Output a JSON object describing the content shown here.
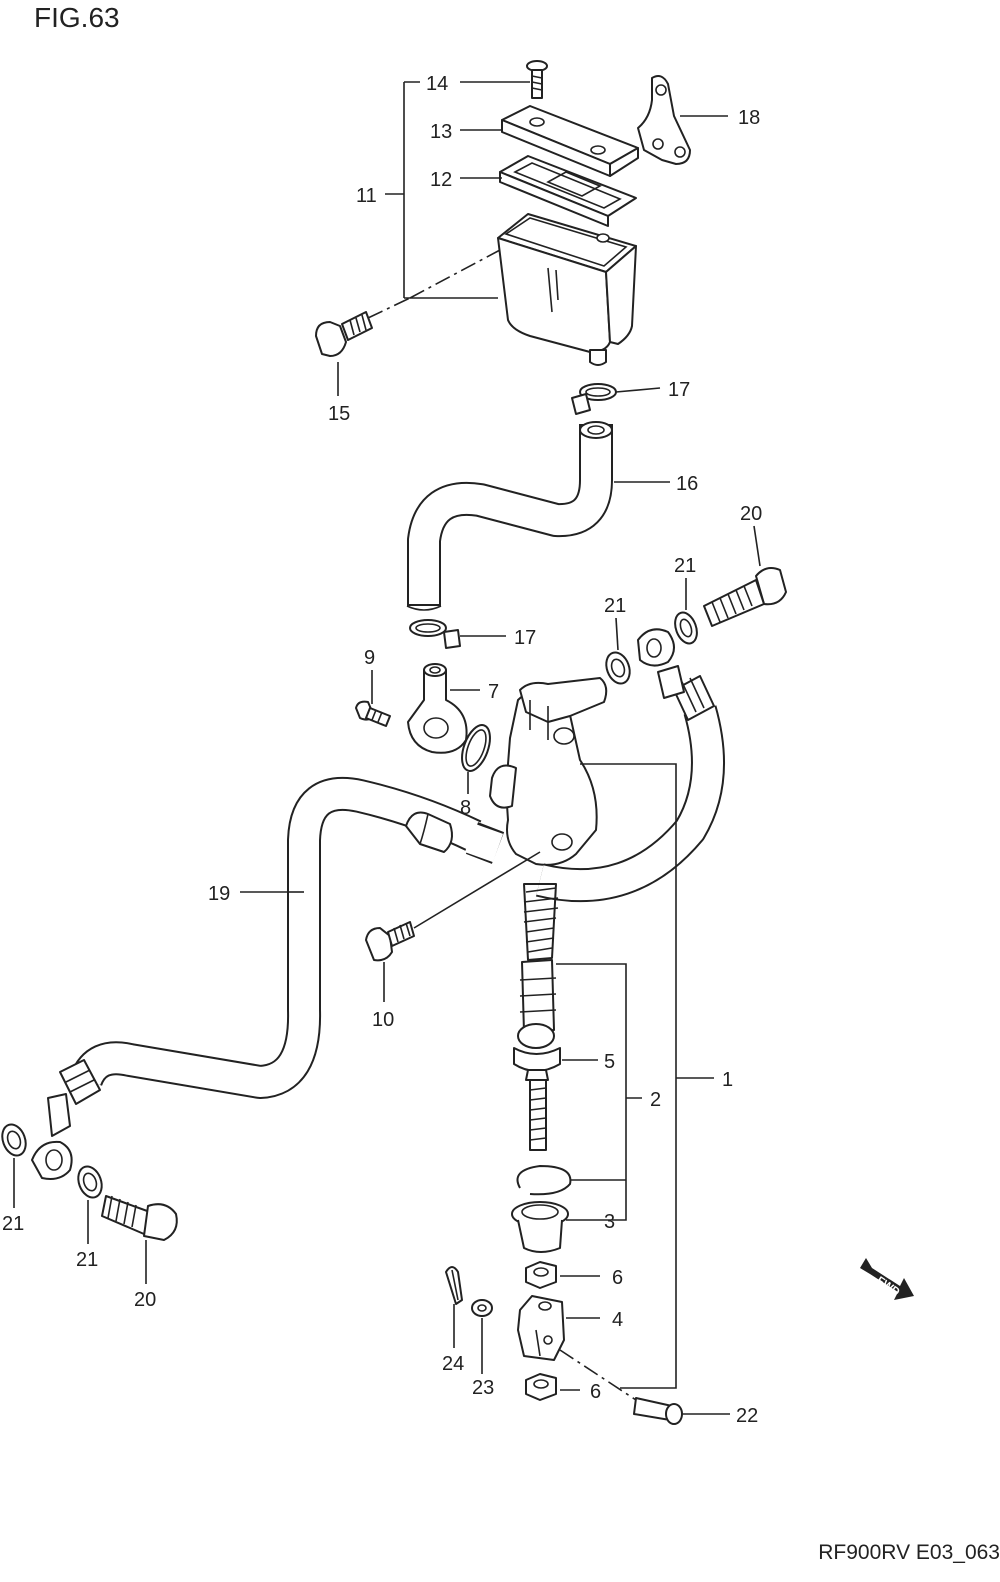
{
  "figure": {
    "title": "FIG.63",
    "code": "RF900RV E03_063",
    "fwd_badge": "FWD"
  },
  "callouts": [
    "1",
    "2",
    "3",
    "4",
    "5",
    "6",
    "6",
    "7",
    "8",
    "9",
    "10",
    "11",
    "12",
    "13",
    "14",
    "15",
    "16",
    "17",
    "17",
    "18",
    "19",
    "20",
    "20",
    "21",
    "21",
    "21",
    "21",
    "22",
    "23",
    "24"
  ],
  "icons": {
    "fwd": "fwd-arrow-icon"
  }
}
